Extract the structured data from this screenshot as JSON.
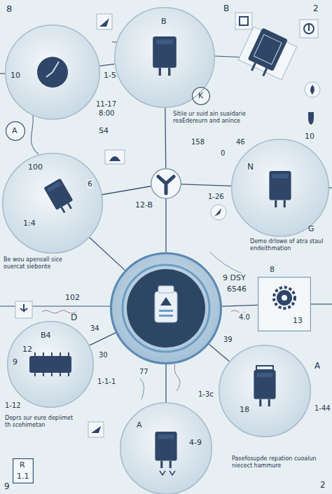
{
  "diagram": {
    "nodes": [
      {
        "text": [
          "10",
          "1-5"
        ]
      },
      {
        "text": [
          "B"
        ]
      },
      {
        "text": [
          "K"
        ]
      },
      {
        "text": [
          "A"
        ]
      },
      {
        "text": [
          "12-B"
        ]
      },
      {
        "text": [
          "100",
          "1:4"
        ]
      },
      {
        "text": [
          "G"
        ]
      },
      {
        "text": [
          "13"
        ]
      },
      {
        "text": [
          "9 DSY",
          "6546"
        ]
      },
      {
        "text": [
          "B4",
          "12",
          "9"
        ]
      },
      {
        "text": [
          "18"
        ]
      },
      {
        "text": [
          "A",
          "4-9"
        ]
      },
      {
        "text": [
          "R",
          "1.1"
        ]
      }
    ],
    "edges": [
      {
        "from": 0,
        "to": 1,
        "arrow": "none"
      },
      {
        "from": 1,
        "to": 4,
        "arrow": "none"
      },
      {
        "from": 4,
        "to": 5,
        "arrow": "none"
      },
      {
        "from": 4,
        "to": 6,
        "arrow": "none"
      },
      {
        "from": 4,
        "to": 8,
        "arrow": "none"
      },
      {
        "from": 5,
        "to": 8,
        "arrow": "none"
      },
      {
        "from": 8,
        "to": 7,
        "arrow": "none"
      },
      {
        "from": 8,
        "to": 9,
        "arrow": "none"
      },
      {
        "from": 8,
        "to": 10,
        "arrow": "none"
      },
      {
        "from": 8,
        "to": 11,
        "arrow": "none"
      }
    ],
    "labels": [
      "8",
      "B",
      "2",
      "11-17",
      "8:00",
      "Sitiie ur suid ain suaidarie reaEdereurn and anince",
      "10",
      "S4",
      "158",
      "46",
      "0",
      "N",
      "6",
      "1-26",
      "Be wou apensall sice ouercat siebonte",
      "Deme drlowe of atra staul endeithmation",
      "102",
      "D",
      "8",
      "4.0",
      "34",
      "30",
      "39",
      "1-1-1",
      "77",
      "1-3c",
      "1-44",
      "A",
      "1-12",
      "Deprs sur eure depiimet th scehimetan",
      "Pasefosupde repation cuoalun niecect hammure",
      "9",
      "2"
    ]
  }
}
